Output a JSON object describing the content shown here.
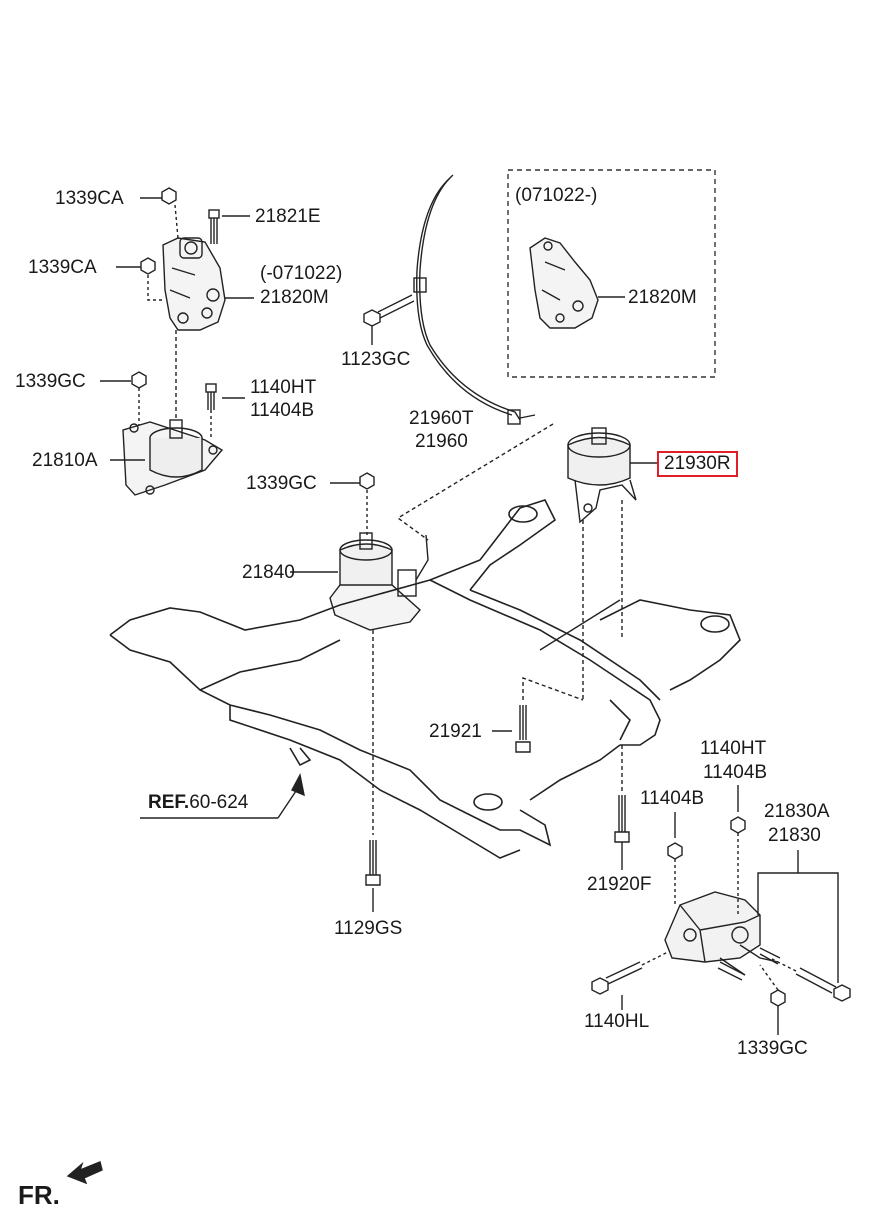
{
  "diagram": {
    "variant_box_label": "(071022-)",
    "variant_box_part": "21820M",
    "parts": {
      "p1339CA_top": "1339CA",
      "p21821E": "21821E",
      "p1339CA_mid": "1339CA",
      "p071022_range": "(-071022)",
      "p21820M": "21820M",
      "p1123GC": "1123GC",
      "p1339GC_left": "1339GC",
      "p1140HT_top": "1140HT",
      "p11404B_top": "11404B",
      "p21960T": "21960T",
      "p21960": "21960",
      "p21810A": "21810A",
      "p21930R": "21930R",
      "p1339GC_mid": "1339GC",
      "p21840": "21840",
      "p21921": "21921",
      "p1140HT_right": "1140HT",
      "p11404B_right1": "11404B",
      "p11404B_right2": "11404B",
      "p21830A": "21830A",
      "p21830": "21830",
      "p21920F": "21920F",
      "p1129GS": "1129GS",
      "p1140HL": "1140HL",
      "p1339GC_bottom": "1339GC"
    },
    "ref_bold": "REF.",
    "ref_num": "60-624",
    "front_label": "FR.",
    "highlight_color": "#e01f26"
  }
}
